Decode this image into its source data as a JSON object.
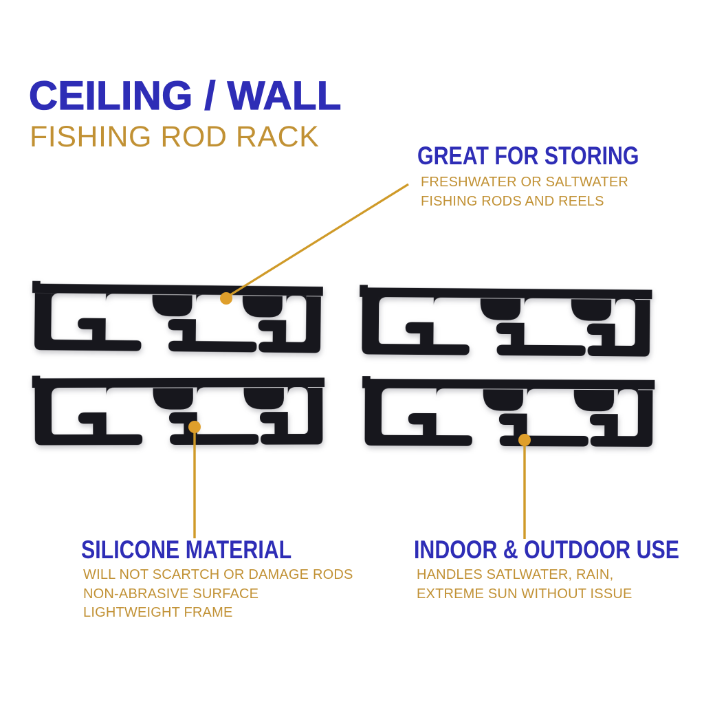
{
  "colors": {
    "heading_blue": "#2e2db6",
    "text_gold": "#c19134",
    "line_gold": "#cf9a28",
    "dot_gold": "#df9f2b",
    "rack_black": "#17171d",
    "background": "#ffffff"
  },
  "title": {
    "line1": "CEILING / WALL",
    "line2": "FISHING ROD RACK"
  },
  "callouts": {
    "storing": {
      "heading": "GREAT FOR STORING",
      "lines": [
        "FRESHWATER OR SALTWATER",
        "FISHING RODS AND REELS"
      ]
    },
    "material": {
      "heading": "SILICONE MATERIAL",
      "lines": [
        "WILL NOT SCARTCH OR DAMAGE RODS",
        "NON-ABRASIVE SURFACE",
        "LIGHTWEIGHT FRAME"
      ]
    },
    "usage": {
      "heading": "INDOOR & OUTDOOR USE",
      "lines": [
        "HANDLES SATLWATER, RAIN,",
        "EXTREME SUN WITHOUT ISSUE"
      ]
    }
  },
  "product": {
    "name": "Ceiling / wall fishing rod rack bracket",
    "count": 4
  }
}
